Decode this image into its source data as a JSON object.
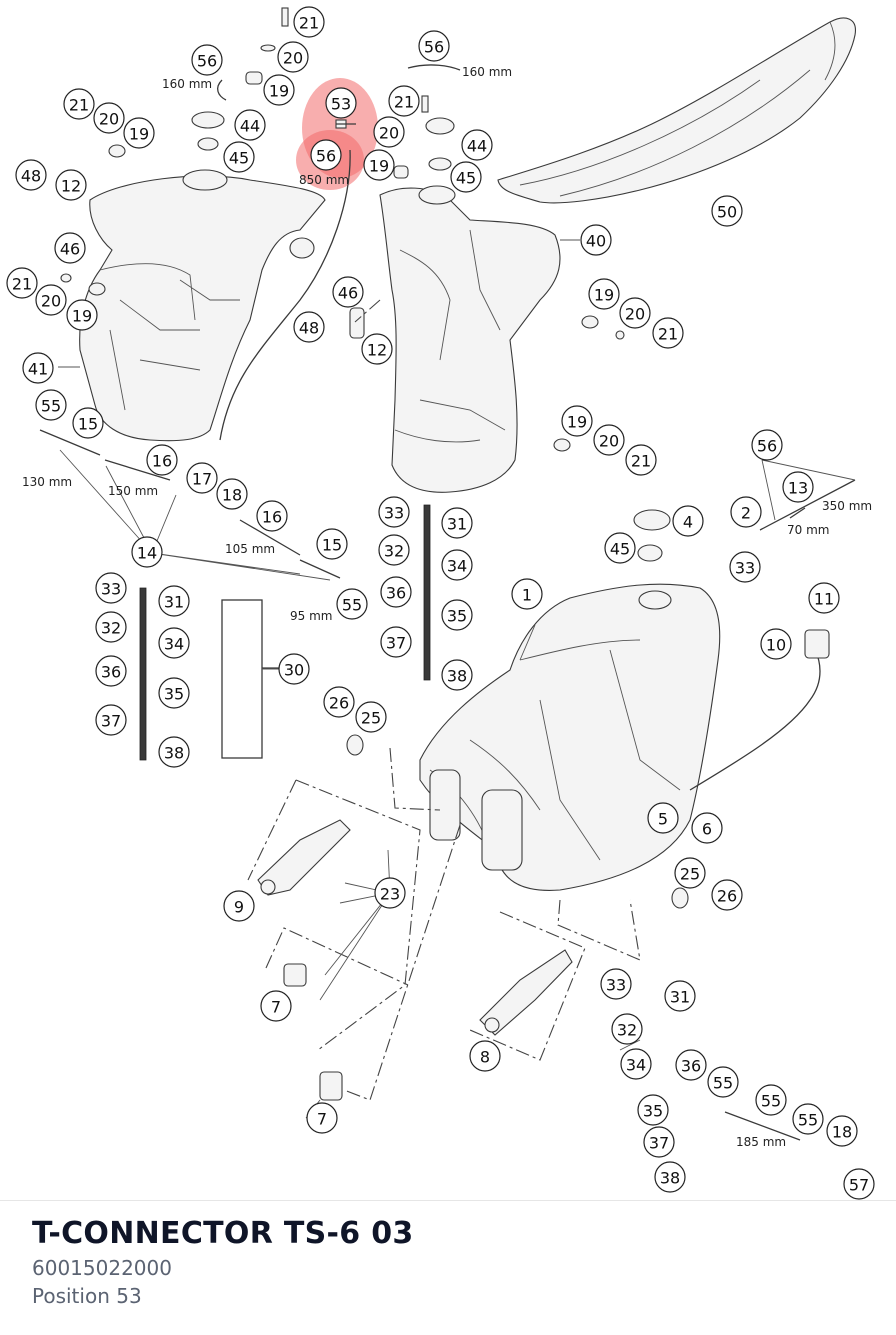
{
  "part": {
    "title": "T-CONNECTOR TS-6 03",
    "number": "60015022000",
    "position": "Position 53"
  },
  "highlight_color": "#f26b6b",
  "dimensions": {
    "d160a": "160 mm",
    "d160b": "160 mm",
    "d850": "850 mm",
    "d130": "130 mm",
    "d150": "150 mm",
    "d105": "105 mm",
    "d95": "95 mm",
    "d350": "350 mm",
    "d70": "70 mm",
    "d185": "185 mm"
  },
  "callouts": [
    {
      "label": "21"
    },
    {
      "label": "20"
    },
    {
      "label": "56"
    },
    {
      "label": "19"
    },
    {
      "label": "56"
    },
    {
      "label": "53"
    },
    {
      "label": "21"
    },
    {
      "label": "21"
    },
    {
      "label": "20"
    },
    {
      "label": "19"
    },
    {
      "label": "44"
    },
    {
      "label": "45"
    },
    {
      "label": "56"
    },
    {
      "label": "20"
    },
    {
      "label": "44"
    },
    {
      "label": "19"
    },
    {
      "label": "45"
    },
    {
      "label": "48"
    },
    {
      "label": "12"
    },
    {
      "label": "46"
    },
    {
      "label": "50"
    },
    {
      "label": "40"
    },
    {
      "label": "21"
    },
    {
      "label": "20"
    },
    {
      "label": "19"
    },
    {
      "label": "46"
    },
    {
      "label": "48"
    },
    {
      "label": "12"
    },
    {
      "label": "19"
    },
    {
      "label": "20"
    },
    {
      "label": "21"
    },
    {
      "label": "41"
    },
    {
      "label": "55"
    },
    {
      "label": "15"
    },
    {
      "label": "16"
    },
    {
      "label": "17"
    },
    {
      "label": "18"
    },
    {
      "label": "16"
    },
    {
      "label": "14"
    },
    {
      "label": "15"
    },
    {
      "label": "55"
    },
    {
      "label": "19"
    },
    {
      "label": "20"
    },
    {
      "label": "21"
    },
    {
      "label": "56"
    },
    {
      "label": "13"
    },
    {
      "label": "2"
    },
    {
      "label": "4"
    },
    {
      "label": "45"
    },
    {
      "label": "33"
    },
    {
      "label": "33"
    },
    {
      "label": "31"
    },
    {
      "label": "32"
    },
    {
      "label": "34"
    },
    {
      "label": "36"
    },
    {
      "label": "35"
    },
    {
      "label": "37"
    },
    {
      "label": "38"
    },
    {
      "label": "33"
    },
    {
      "label": "31"
    },
    {
      "label": "32"
    },
    {
      "label": "34"
    },
    {
      "label": "36"
    },
    {
      "label": "35"
    },
    {
      "label": "37"
    },
    {
      "label": "38"
    },
    {
      "label": "30"
    },
    {
      "label": "1"
    },
    {
      "label": "11"
    },
    {
      "label": "10"
    },
    {
      "label": "26"
    },
    {
      "label": "25"
    },
    {
      "label": "5"
    },
    {
      "label": "6"
    },
    {
      "label": "25"
    },
    {
      "label": "26"
    },
    {
      "label": "9"
    },
    {
      "label": "23"
    },
    {
      "label": "7"
    },
    {
      "label": "8"
    },
    {
      "label": "33"
    },
    {
      "label": "31"
    },
    {
      "label": "32"
    },
    {
      "label": "34"
    },
    {
      "label": "36"
    },
    {
      "label": "55"
    },
    {
      "label": "35"
    },
    {
      "label": "55"
    },
    {
      "label": "55"
    },
    {
      "label": "18"
    },
    {
      "label": "37"
    },
    {
      "label": "38"
    },
    {
      "label": "57"
    },
    {
      "label": "7"
    }
  ]
}
